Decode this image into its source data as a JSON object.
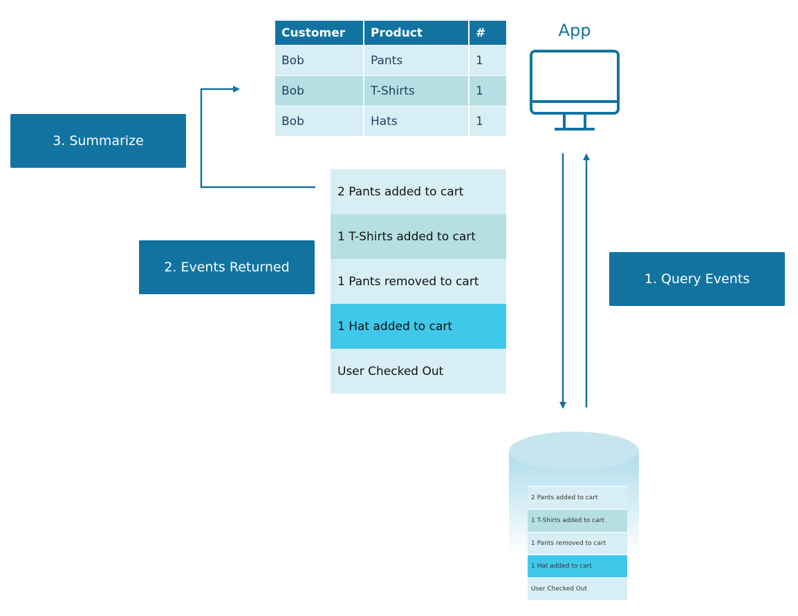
{
  "steps": {
    "summarize": "3. Summarize",
    "events_returned": "2. Events Returned",
    "query_events": "1. Query Events"
  },
  "summary_table": {
    "headers": [
      "Customer",
      "Product",
      "#"
    ],
    "rows": [
      [
        "Bob",
        "Pants",
        "1"
      ],
      [
        "Bob",
        "T-Shirts",
        "1"
      ],
      [
        "Bob",
        "Hats",
        "1"
      ]
    ]
  },
  "app": {
    "title": "App",
    "icon": "monitor-icon"
  },
  "events": [
    "2 Pants added to cart",
    "1 T-Shirts added to cart",
    "1 Pants removed to cart",
    "1 Hat added to cart",
    "User Checked Out"
  ],
  "database": {
    "icon": "database-icon",
    "events": [
      "2 Pants added to cart",
      "1 T-Shirts added to cart",
      "1 Pants removed to cart",
      "1 Hat added to cart",
      "User Checked Out"
    ]
  },
  "colors": {
    "primary": "#1273a1",
    "row_light": "#d8eef5",
    "row_teal": "#b5dfe3",
    "row_highlight": "#40c8ea",
    "table_text": "#1d3f5e"
  }
}
